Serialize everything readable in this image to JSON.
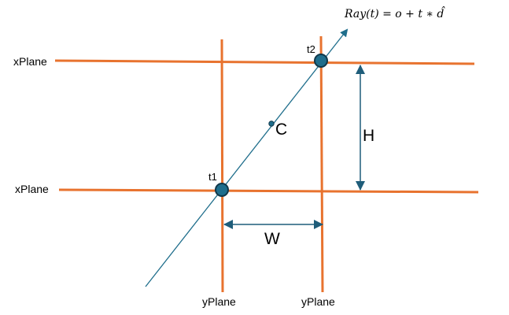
{
  "colors": {
    "plane": "#e8732f",
    "ray": "#1f6e8c",
    "arrow": "#1f5d7a",
    "point_fill": "#1f6e8c",
    "point_stroke": "#10384a",
    "text": "#000000"
  },
  "labels": {
    "equation": "Ray(t) = o + t ∗ d̂",
    "xplane_top": "xPlane",
    "xplane_bottom": "xPlane",
    "yplane_left": "yPlane",
    "yplane_right": "yPlane",
    "t1": "t1",
    "t2": "t2",
    "center": "C",
    "height": "H",
    "width": "W"
  }
}
